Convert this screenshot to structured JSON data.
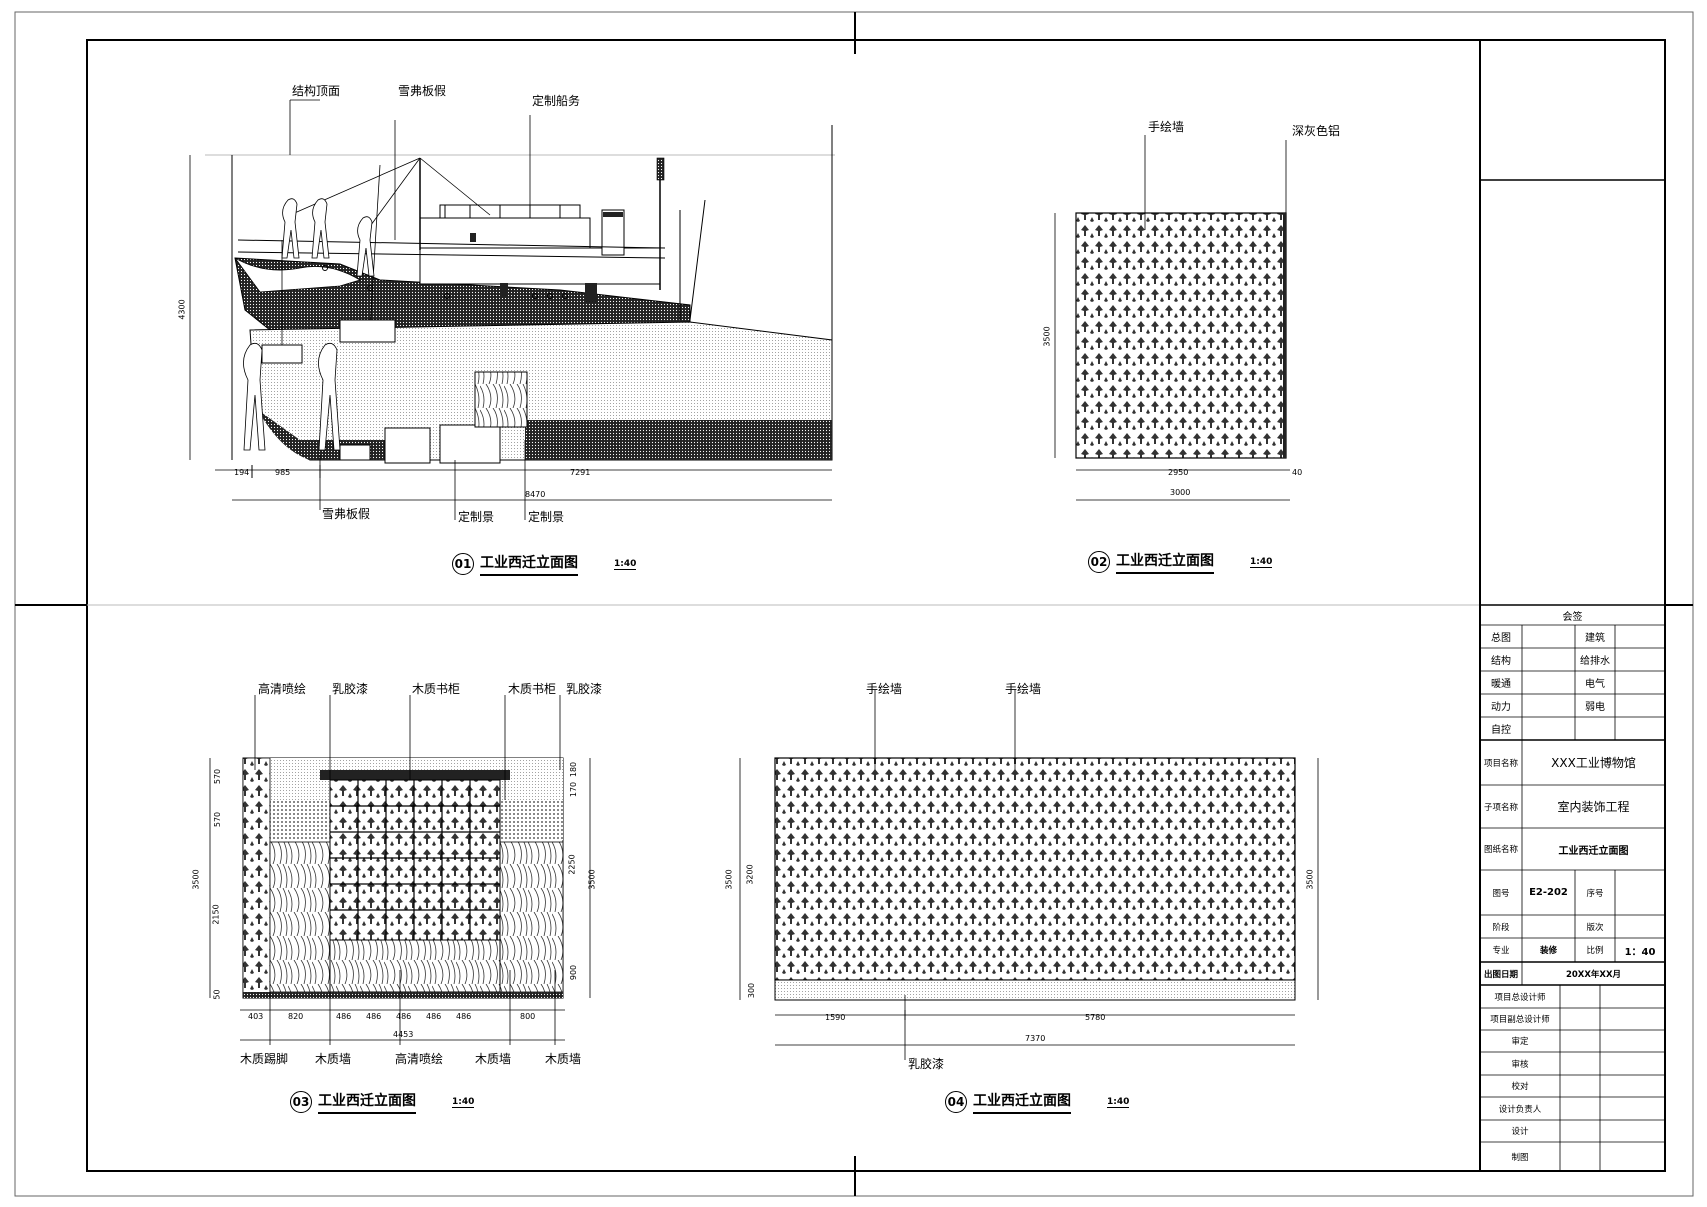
{
  "views": [
    {
      "num": "01",
      "name": "工业西迁立面图",
      "scale": "1:40"
    },
    {
      "num": "02",
      "name": "工业西迁立面图",
      "scale": "1:40"
    },
    {
      "num": "03",
      "name": "工业西迁立面图",
      "scale": "1:40"
    },
    {
      "num": "04",
      "name": "工业西迁立面图",
      "scale": "1:40"
    }
  ],
  "view1": {
    "labels": [
      "结构顶面",
      "雪弗板假",
      "定制船务",
      "雪弗板假",
      "定制景",
      "定制景"
    ],
    "dims": {
      "left_height": "4300",
      "d1": "194",
      "d2": "985",
      "d3": "7291",
      "total": "8470"
    }
  },
  "view2": {
    "labels": [
      "手绘墙",
      "深灰色铝"
    ],
    "dims": {
      "height": "3500",
      "w1": "2950",
      "w2": "40",
      "total": "3000"
    }
  },
  "view3": {
    "labels": [
      "高清喷绘",
      "乳胶漆",
      "木质书柜",
      "木质书柜",
      "乳胶漆",
      "木质踢脚",
      "木质墙",
      "高清喷绘",
      "木质墙",
      "木质墙"
    ],
    "dims": {
      "l1": "570",
      "l2": "570",
      "l3": "2150",
      "l4": "50",
      "left_total": "3500",
      "r1": "180",
      "r2": "170",
      "r3": "2250",
      "r4": "900",
      "right_total": "3500",
      "b1": "403",
      "b2": "820",
      "b3": "486",
      "b4": "486",
      "b5": "486",
      "b6": "486",
      "b7": "486",
      "b8": "800",
      "total": "4453"
    }
  },
  "view4": {
    "labels": [
      "手绘墙",
      "手绘墙",
      "乳胶漆"
    ],
    "dims": {
      "h1": "3200",
      "h2": "300",
      "left_total": "3500",
      "right_total": "3500",
      "b1": "1590",
      "b2": "5780",
      "total": "7370"
    }
  },
  "title_block": {
    "huiqian": "会签",
    "sign_rows": [
      [
        "总图",
        "建筑"
      ],
      [
        "结构",
        "给排水"
      ],
      [
        "暖通",
        "电气"
      ],
      [
        "动力",
        "弱电"
      ],
      [
        "自控",
        ""
      ]
    ],
    "project_name_label": "项目名称",
    "project_name": "XXX工业博物馆",
    "sub_name_label": "子项名称",
    "sub_name": "室内装饰工程",
    "drawing_name_label": "图纸名称",
    "drawing_name": "工业西迁立面图",
    "drawing_no_label": "图号",
    "drawing_no": "E2-202",
    "seq_label": "序号",
    "stage_label": "阶段",
    "version_label": "版次",
    "discipline_label": "专业",
    "discipline": "装修",
    "scale_label": "比例",
    "scale": "1：40",
    "date_label": "出图日期",
    "date": "20XX年XX月",
    "staff": [
      "项目总设计师",
      "项目副总设计师",
      "审定",
      "审核",
      "校对",
      "设计负责人",
      "设计",
      "制图"
    ]
  }
}
